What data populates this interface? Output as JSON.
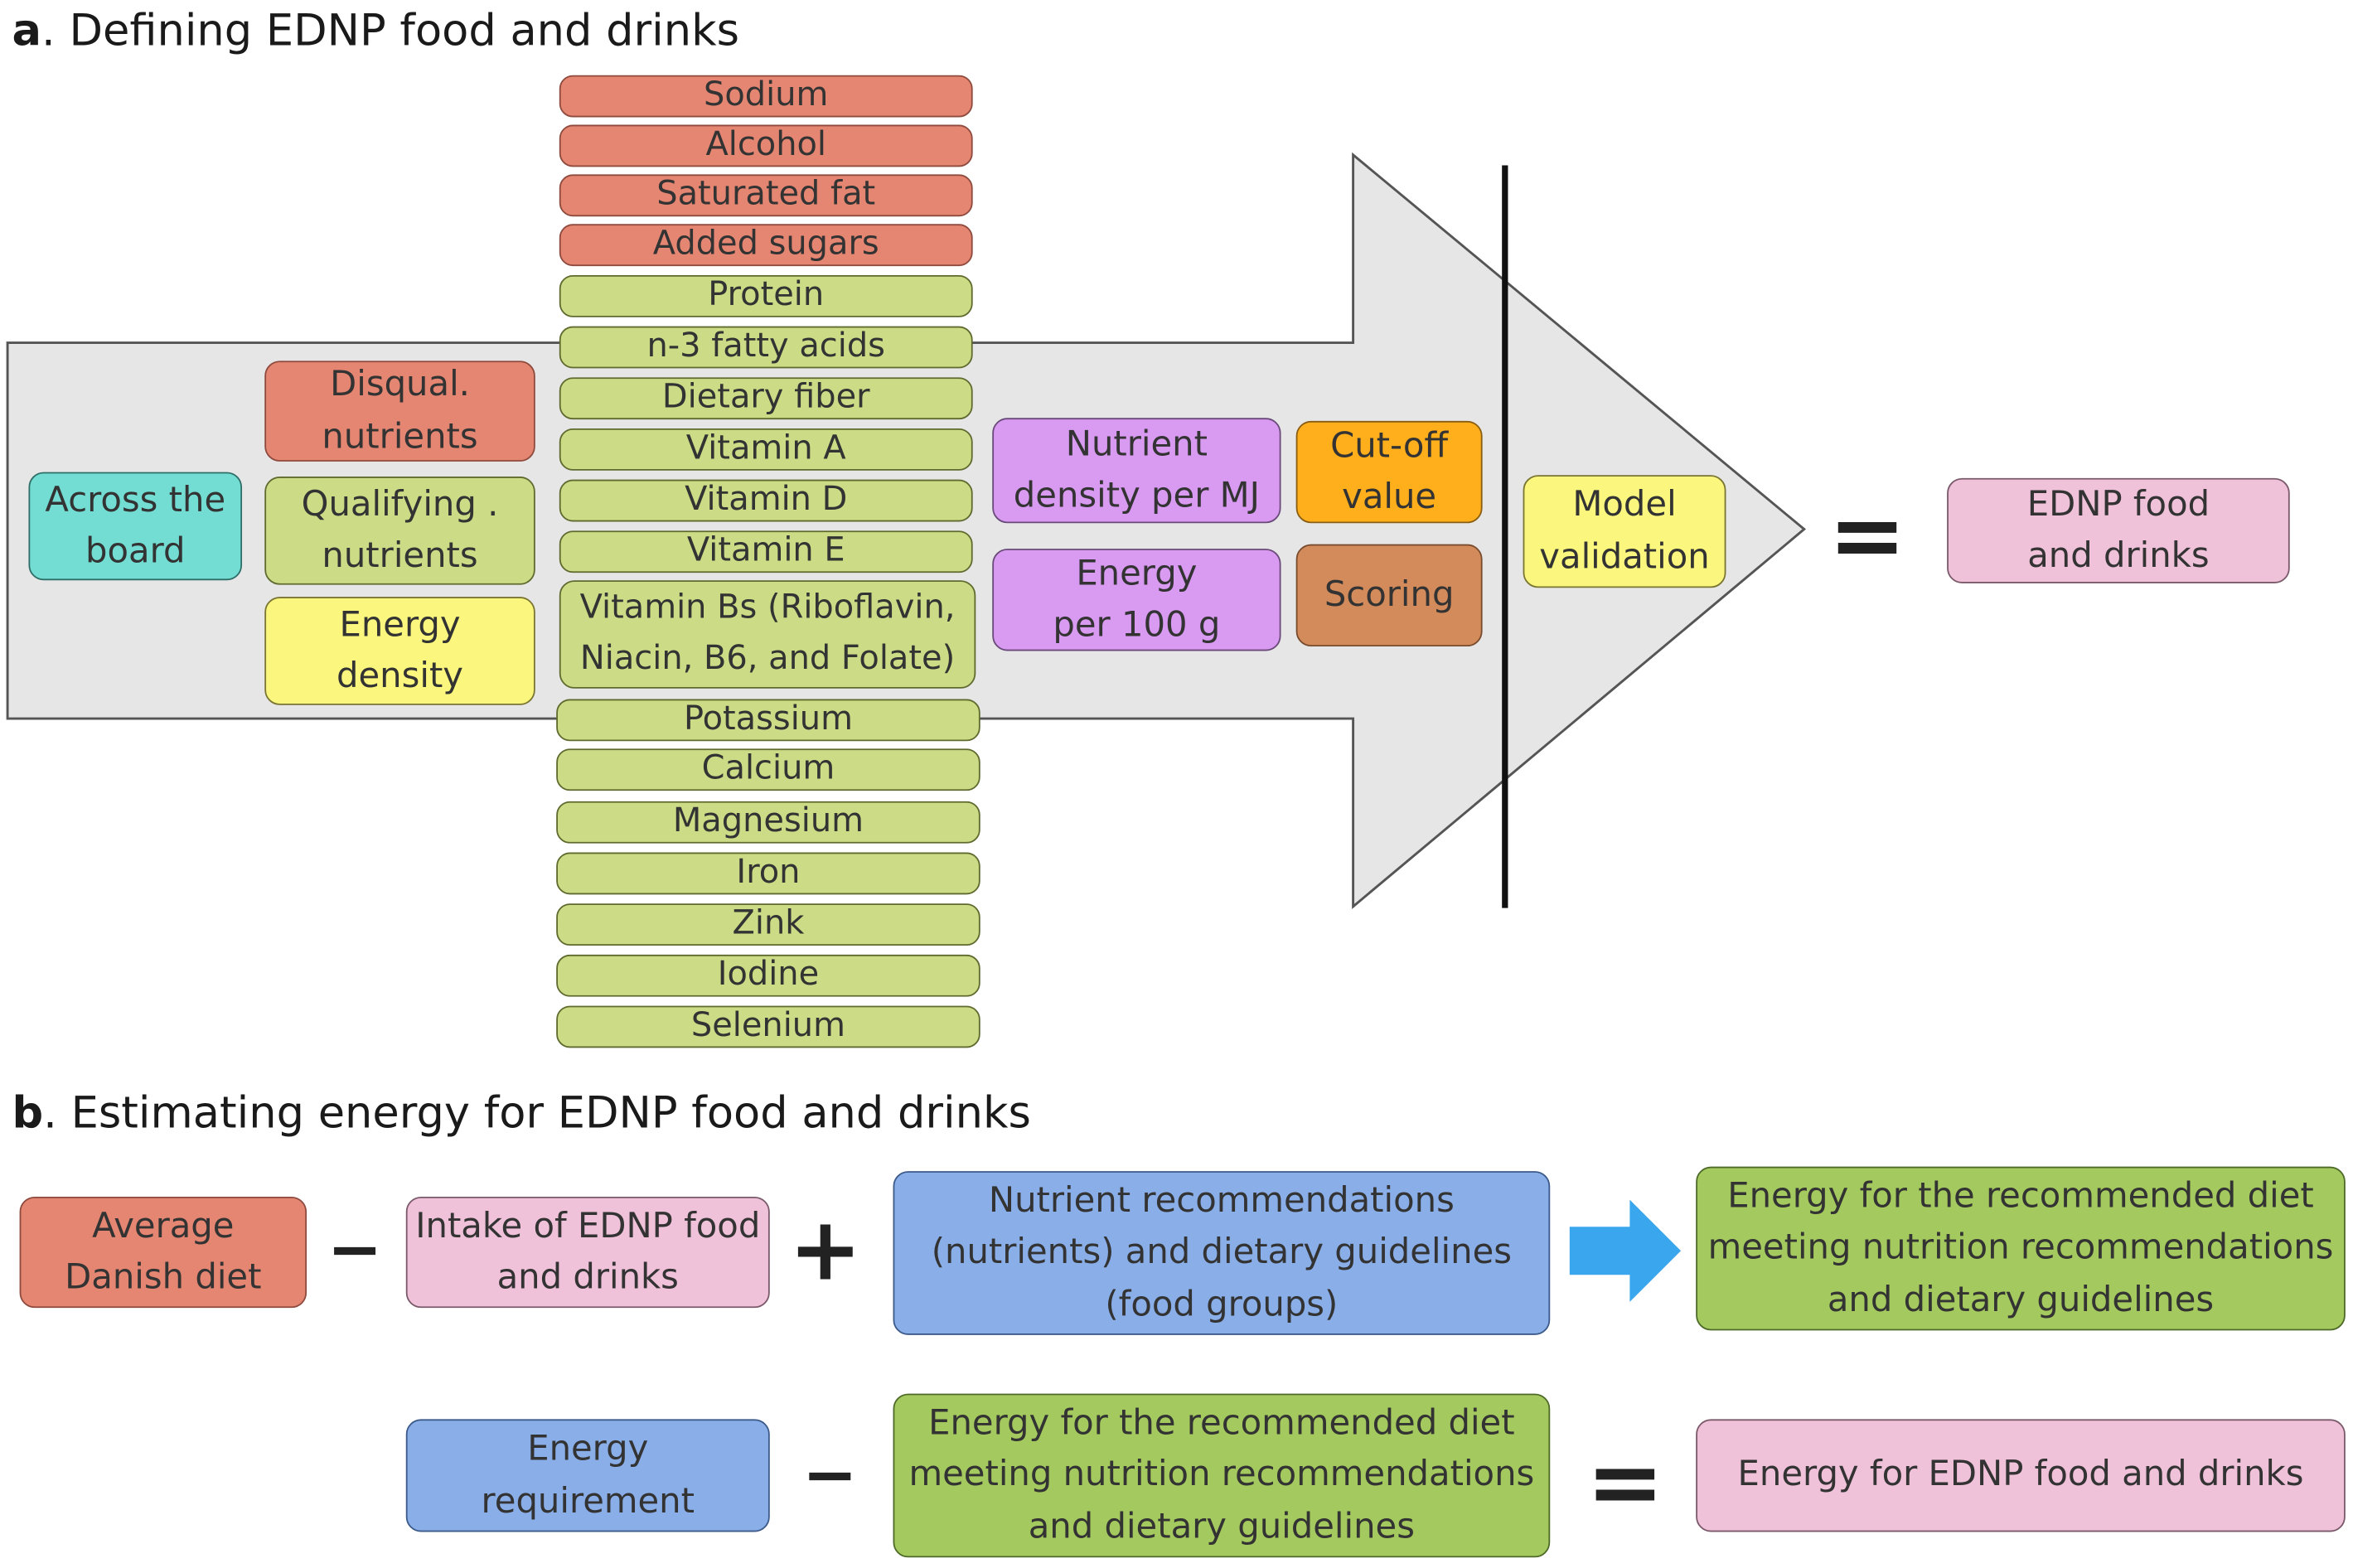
{
  "panel_a": {
    "label_letter": "a",
    "title": ". Defining EDNP food and drinks",
    "across_the_board": "Across the\nboard",
    "disqual_nutrients": "Disqual.\nnutrients",
    "qualifying_nutrients": "Qualifying .\nnutrients",
    "energy_density": "Energy\ndensity",
    "disqualifying_list": [
      "Sodium",
      "Alcohol",
      "Saturated fat",
      "Added sugars"
    ],
    "qualifying_list": [
      "Protein",
      "n-3 fatty acids",
      "Dietary fiber",
      "Vitamin A",
      "Vitamin D",
      "Vitamin E",
      "Vitamin Bs (Riboflavin,\nNiacin, B6, and Folate)",
      "Potassium",
      "Calcium",
      "Magnesium",
      "Iron",
      "Zink",
      "Iodine",
      "Selenium"
    ],
    "nutrient_density": "Nutrient\ndensity per MJ",
    "energy_per_100g": "Energy\nper 100 g",
    "cutoff_value": "Cut-off\nvalue",
    "scoring": "Scoring",
    "model_validation": "Model\nvalidation",
    "equals": "=",
    "result": "EDNP food\nand drinks"
  },
  "panel_b": {
    "label_letter": "b",
    "title": ". Estimating energy for EDNP food and drinks",
    "average_danish_diet": "Average\nDanish diet",
    "minus_1": "−",
    "intake_ednp": "Intake of EDNP food\nand drinks",
    "plus": "+",
    "nutrient_recommendations": "Nutrient recommendations\n(nutrients) and dietary guidelines\n(food groups)",
    "energy_recommended_diet_top": "Energy for the recommended diet\nmeeting nutrition recommendations\nand dietary guidelines",
    "energy_requirement": "Energy\nrequirement",
    "minus_2": "−",
    "energy_recommended_diet_bottom": "Energy for the recommended diet\nmeeting nutrition recommendations\nand dietary guidelines",
    "equals": "=",
    "energy_for_ednp": "Energy for EDNP food and drinks"
  },
  "colors": {
    "disqualifying": "#E48672",
    "qualifying": "#CCDC86",
    "across": "#73DDD3",
    "energy_density": "#FBF77E",
    "nutrient_density": "#D99BF2",
    "cutoff": "#FFAE1C",
    "scoring": "#D38B5B",
    "result": "#EFC2DA",
    "recommendations": "#8AAEE8",
    "recommended_energy": "#A4C95E",
    "arrow_fill": "#E6E6E6",
    "blue_arrow": "#3AA6EE"
  }
}
